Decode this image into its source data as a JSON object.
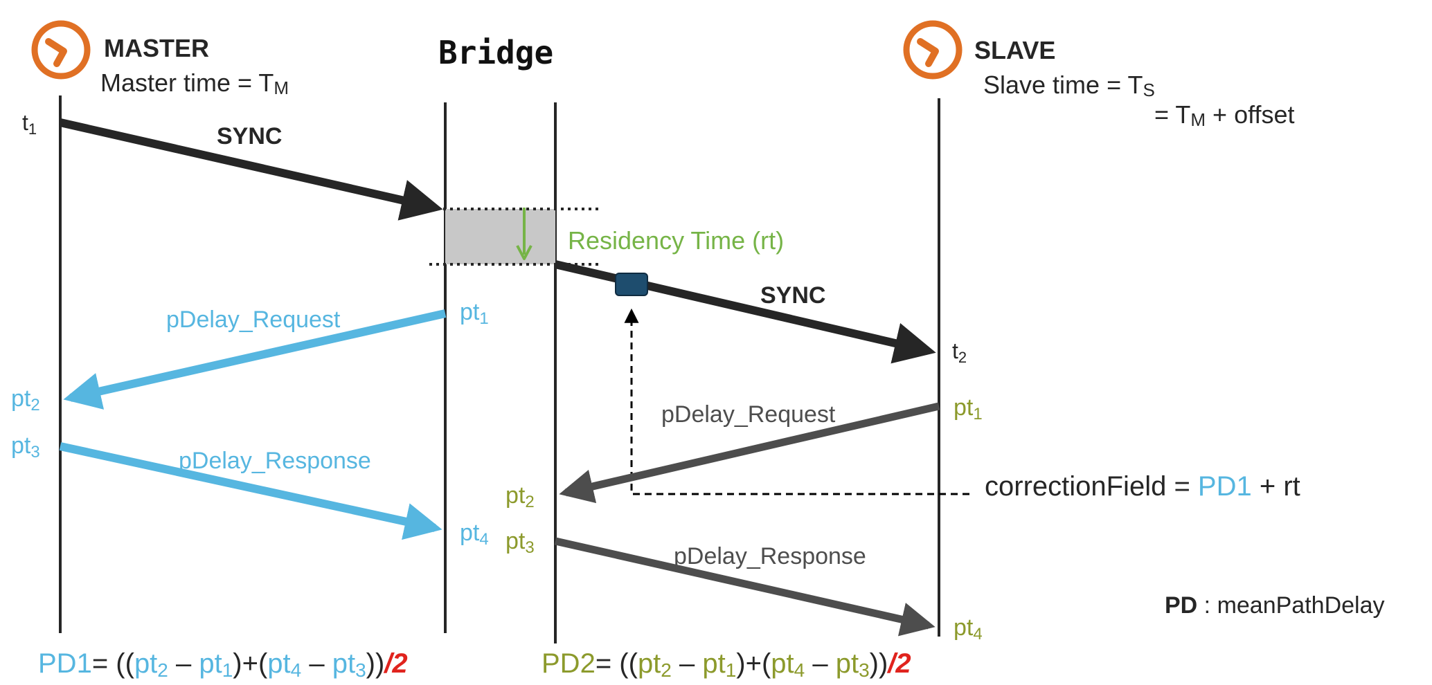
{
  "colors": {
    "black": "#262626",
    "dark_gray": "#4d4d4d",
    "blue": "#56b6e0",
    "olive": "#8c9a2c",
    "green": "#76b447",
    "red": "#e0231d",
    "clock_orange": "#e07024",
    "correction_box": "#1e4d6e",
    "residency_fill": "#c8c8c8"
  },
  "master": {
    "title": "MASTER",
    "time_label": "Master time = T",
    "time_sub": "M",
    "icon": "clock-icon"
  },
  "bridge": {
    "title": "Bridge"
  },
  "slave": {
    "title": "SLAVE",
    "time_label": "Slave time = T",
    "time_sub": "S",
    "time_line2_prefix": "= T",
    "time_line2_sub": "M",
    "time_line2_suffix": " + offset",
    "icon": "clock-icon"
  },
  "timestamps": {
    "t": "t",
    "pt": "pt",
    "t1_sub": "1",
    "t2_sub": "2",
    "sub1": "1",
    "sub2": "2",
    "sub3": "3",
    "sub4": "4"
  },
  "messages": {
    "sync_1": "SYNC",
    "sync_2": "SYNC",
    "pdelay_request_left": "pDelay_Request",
    "pdelay_response_left": "pDelay_Response",
    "pdelay_request_right": "pDelay_Request",
    "pdelay_response_right": "pDelay_Response",
    "residency": "Residency Time (rt)"
  },
  "correction": {
    "label": "correctionField",
    "eq": " = ",
    "pd1": "PD1",
    "plus_rt": " + rt"
  },
  "legend": {
    "pd_bold": "PD",
    "pd_rest": " : meanPathDelay"
  },
  "formulas": {
    "pd1_name": "PD1",
    "pd2_name": "PD2",
    "eq_open": "= ((",
    "minus": " – ",
    "close_plus": ")+(",
    "close_close": "))",
    "div2": "/2"
  }
}
